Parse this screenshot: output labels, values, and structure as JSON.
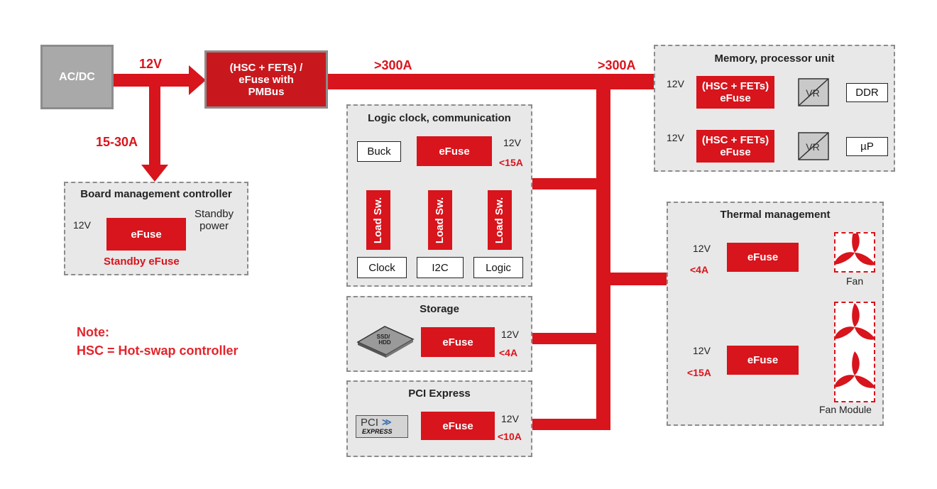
{
  "power": {
    "source": "AC/DC",
    "main_voltage": "12V",
    "bmc_current": "15-30A",
    "hsc_label": [
      "(HSC + FETs) /",
      "eFuse with",
      "PMBus"
    ],
    "bus_current_1": ">300A",
    "bus_current_2": ">300A"
  },
  "bmc": {
    "title": "Board management controller",
    "input": "12V",
    "efuse": "eFuse",
    "caption": "Standby eFuse",
    "output": [
      "Standby",
      "power"
    ]
  },
  "logic": {
    "title": "Logic clock, communication",
    "buck": "Buck",
    "efuse": "eFuse",
    "voltage": "12V",
    "current": "<15A",
    "switches": [
      {
        "label": "Load Sw.",
        "load": "Clock"
      },
      {
        "label": "Load Sw.",
        "load": "I2C"
      },
      {
        "label": "Load Sw.",
        "load": "Logic"
      }
    ]
  },
  "storage": {
    "title": "Storage",
    "device": [
      "SSD/",
      "HDD"
    ],
    "efuse": "eFuse",
    "voltage": "12V",
    "current": "<4A"
  },
  "pci": {
    "title": "PCI Express",
    "logo_text": "PCI",
    "logo_sub": "EXPRESS",
    "efuse": "eFuse",
    "voltage": "12V",
    "current": "<10A"
  },
  "memory": {
    "title": "Memory, processor unit",
    "rows": [
      {
        "voltage": "12V",
        "efuse": [
          "(HSC + FETs)",
          "eFuse"
        ],
        "vr": "VR",
        "load": "DDR"
      },
      {
        "voltage": "12V",
        "efuse": [
          "(HSC + FETs)",
          "eFuse"
        ],
        "vr": "VR",
        "load": "µP"
      }
    ]
  },
  "thermal": {
    "title": "Thermal management",
    "rows": [
      {
        "voltage": "12V",
        "current": "<4A",
        "efuse": "eFuse",
        "load": "Fan"
      },
      {
        "voltage": "12V",
        "current": "<15A",
        "efuse": "eFuse",
        "load": "Fan Module"
      }
    ]
  },
  "note": {
    "title": "Note:",
    "text": "HSC = Hot-swap controller"
  },
  "colors": {
    "red": "#d8141c",
    "panel": "#e8e8e8",
    "gray": "#a9a9a9"
  }
}
